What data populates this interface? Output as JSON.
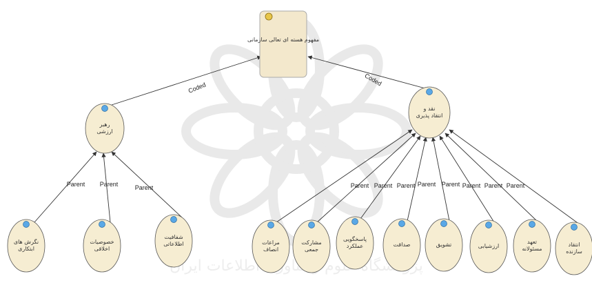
{
  "colors": {
    "node_fill": "#f6edd2",
    "node_stroke": "#555555",
    "core_fill": "#f3e8cc",
    "core_stroke": "#aaaaaa",
    "icon_fill": "#5aa8e6",
    "core_icon_fill": "#e8c64a",
    "edge": "#333333",
    "watermark": "#dcdcdc"
  },
  "watermark": {
    "icon": "arabesque-rosette-watermark",
    "text": "پژوهشگاه علوم و فناوری اطلاعات ایران"
  },
  "core": {
    "icon": "core-concept-icon",
    "label": "مفهوم هسته ای تعالی سازمانی"
  },
  "hubs": {
    "left": {
      "icon": "concept-circle-icon",
      "label": "رهبر ارزشی"
    },
    "right": {
      "icon": "concept-circle-icon",
      "label": "نقد و انتقاد پذیری"
    }
  },
  "edge_labels": {
    "hub_left": "Coded",
    "hub_right": "Coded",
    "left_children": [
      "Parent",
      "Parent",
      "Parent"
    ],
    "right_children": [
      "Parent",
      "Parent",
      "Parent",
      "Parent",
      "Parent",
      "Parent",
      "Parent",
      "Parent"
    ]
  },
  "left_children": [
    {
      "label": "نگرش های ابتکاری"
    },
    {
      "label": "خصوصیات اخلاقی"
    },
    {
      "label": "شفافیت اطلاعاتی"
    }
  ],
  "right_children": [
    {
      "label": "مراعات انصاف"
    },
    {
      "label": "مشارکت جمعی"
    },
    {
      "label": "پاسخگویی عملکرد"
    },
    {
      "label": "صداقت"
    },
    {
      "label": "تشویق"
    },
    {
      "label": "ارزشیابی"
    },
    {
      "label": "تعهد مسئولانه"
    },
    {
      "label": "انتقاد سازنده"
    }
  ]
}
